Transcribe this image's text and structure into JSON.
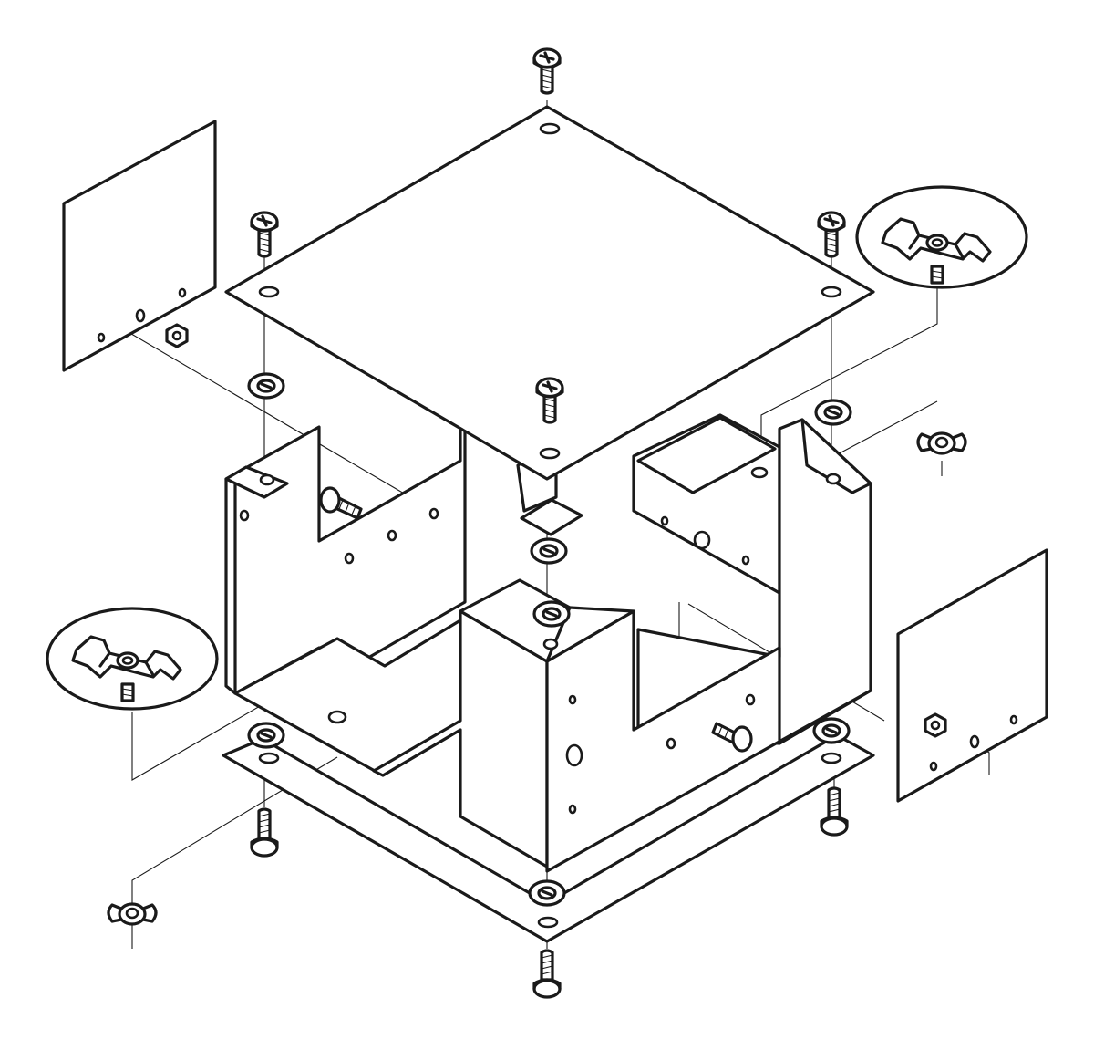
{
  "diagram": {
    "type": "exploded-assembly",
    "palette": {
      "stroke": "#1a1a1a",
      "fill": "#ffffff"
    },
    "parts": [
      "top-plate",
      "bottom-plate",
      "left-side-panel",
      "right-side-panel",
      "frame-left-wall",
      "frame-front-wall",
      "frame-right-wall",
      "inner-bracket",
      "machine-screw",
      "washer",
      "hex-nut",
      "wing-nut",
      "clip-spring-nut"
    ]
  }
}
